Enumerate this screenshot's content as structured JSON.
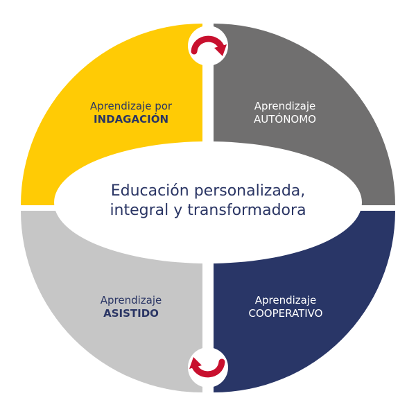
{
  "center": {
    "line1": "Educación personalizada,",
    "line2": "integral y transformadora"
  },
  "quadrants": [
    {
      "id": "indagacion",
      "line1": "Aprendizaje por",
      "line2": "INDAGACIÓN",
      "color": "#FFCB05",
      "text_color": "#2A3564"
    },
    {
      "id": "autonomo",
      "line1": "Aprendizaje",
      "line2": "AUTÓNOMO",
      "color": "#706F6F",
      "text_color": "#FFFFFF"
    },
    {
      "id": "asistido",
      "line1": "Aprendizaje",
      "line2": "ASISTIDO",
      "color": "#C6C6C6",
      "text_color": "#2A3564"
    },
    {
      "id": "cooperativo",
      "line1": "Aprendizaje",
      "line2": "COOPERATIVO",
      "color": "#293667",
      "text_color": "#FFFFFF"
    }
  ],
  "colors": {
    "center_fill": "#FFFFFF",
    "center_text": "#2A3564",
    "arrow_red": "#C8102E",
    "arrow_ring": "#FFFFFF"
  },
  "icons": [
    "cycle-arrow-icon",
    "cycle-arrow-icon"
  ]
}
